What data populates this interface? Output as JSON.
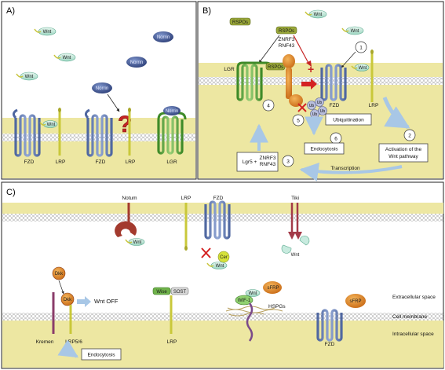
{
  "panels": {
    "a": {
      "label": "A)",
      "ligands": [
        "Wnt",
        "Wnt",
        "Wnt",
        "Norrin",
        "Norrin",
        "Norrin"
      ],
      "question_mark": "?",
      "receptors": [
        "FZD",
        "LRP",
        "FZD",
        "LRP",
        "LGR"
      ],
      "bound": [
        "Wnt",
        "Norrin"
      ]
    },
    "b": {
      "label": "B)",
      "ligands": [
        "RSPOs",
        "Wnt",
        "Wnt"
      ],
      "rspos_center": "RSPOs",
      "znrf3_rnf43": [
        "ZNRF3",
        "RNF43"
      ],
      "lgr_label": "LGR",
      "rspos_bound": "RSPOs",
      "plus": "+",
      "receptors": [
        "FZD",
        "LRP"
      ],
      "ub_labels": [
        "Ub",
        "Ub",
        "Ub",
        "Ub"
      ],
      "ubiquitination": "Ubiquitination",
      "endocytosis": "Endocytosis",
      "activation": [
        "Activation of the",
        "Wnt pathway"
      ],
      "lgr5_box": [
        "Lgr5 +",
        "ZNRF3",
        "RNF43"
      ],
      "transcription": "Transcription",
      "steps": [
        "1",
        "2",
        "3",
        "4",
        "5",
        "6"
      ],
      "wnt_bound": "Wnt"
    },
    "c": {
      "label": "C)",
      "top_labels": [
        "Notum",
        "LRP",
        "FZD",
        "Tiki"
      ],
      "wnt_labels": [
        "Wnt",
        "Wnt",
        "Wnt"
      ],
      "cer": "Cer",
      "dkk": [
        "Dkk",
        "Dkk"
      ],
      "wnt_off": "Wnt OFF",
      "wise": "Wise",
      "sost": "SOST",
      "wif1": "WIF-1",
      "sfrp": [
        "sFRP",
        "sFRP"
      ],
      "hspgs": "HSPGs",
      "bottom_labels": [
        "Kremen",
        "LRP5/6",
        "LRP",
        "FZD"
      ],
      "endocytosis": "Endocytosis",
      "space_labels": [
        "Extracellular space",
        "Cell membrane",
        "Intracellular space"
      ]
    }
  },
  "colors": {
    "membrane": "#ede7a2",
    "bead_fill": "#ffffff",
    "bead_stroke": "#9a9a9a",
    "fzd": "#6f86b8",
    "lrp": "#c9c83a",
    "lgr": "#6fb24a",
    "norrin": "#3f5696",
    "wnt": "#c8ebdf",
    "rspo": "#9aa83a",
    "znrf3": "#e0952a",
    "arrow_blue": "#a8c7e6",
    "red": "#d42222",
    "dkk": "#e07a3a",
    "kremen": "#8a3c6a",
    "notum": "#a33a2e",
    "tiki": "#a33a48",
    "sfrp": "#e2872a"
  }
}
